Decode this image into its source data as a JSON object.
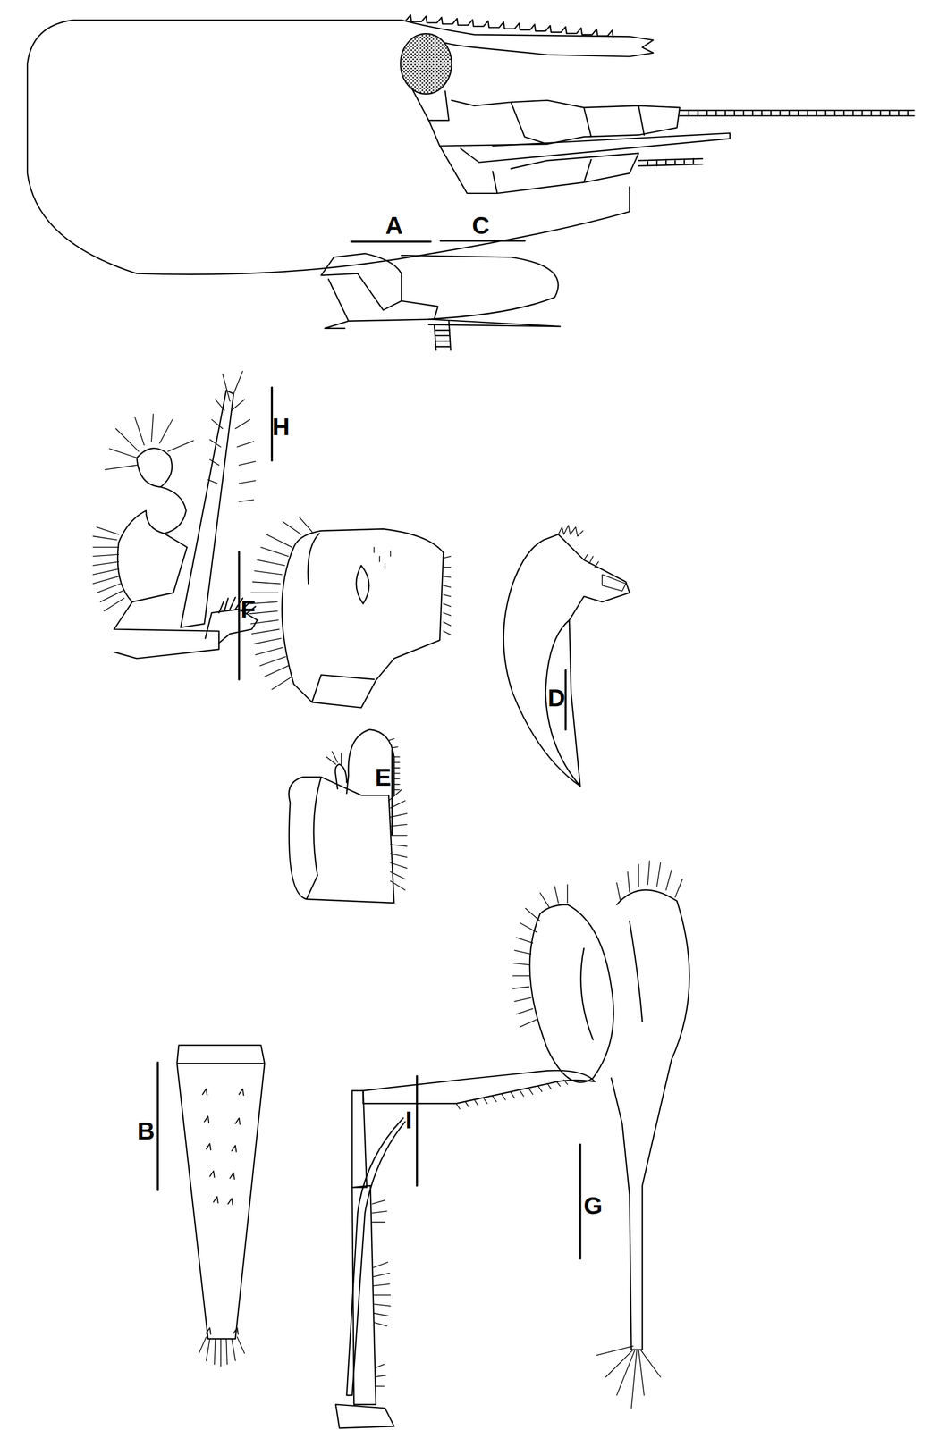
{
  "diagram": {
    "labels": [
      "A",
      "C",
      "H",
      "F",
      "D",
      "E",
      "B",
      "I",
      "G"
    ]
  }
}
